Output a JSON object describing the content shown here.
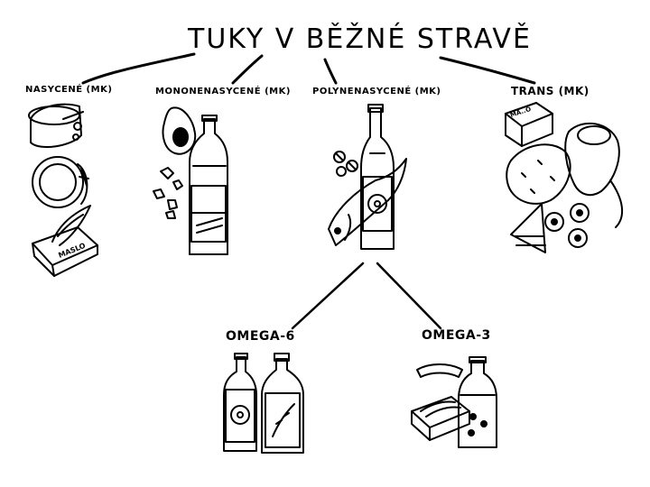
{
  "title": "TUKY V BĚŽNÉ STRAVĚ",
  "categories": {
    "saturated": "NASYCENÉ (MK)",
    "monounsaturated": "MONONENASYCENÉ (MK)",
    "polyunsaturated": "POLYNENASYCENÉ (MK)",
    "trans": "TRANS (MK)",
    "omega6": "OMEGA-6",
    "omega3": "OMEGA-3"
  },
  "packages": {
    "butter_label": "MASLO",
    "margarine_label": "MA..O"
  }
}
